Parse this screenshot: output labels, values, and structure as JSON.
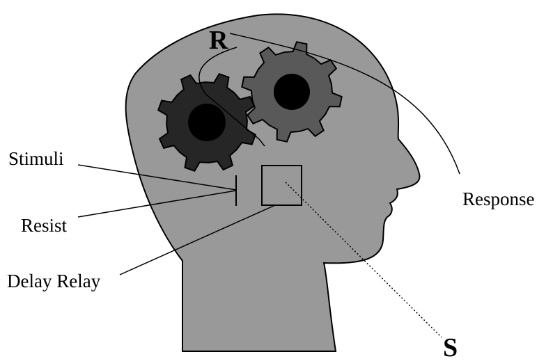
{
  "labels": {
    "r": "R",
    "s": "S",
    "stimuli": "Stimuli",
    "resist": "Resist",
    "delay_relay": "Delay Relay",
    "response": "Response"
  },
  "colors": {
    "head_fill": "#999999",
    "gear_left_fill": "#262626",
    "gear_right_fill": "#595959",
    "gear_hub": "#000000",
    "line": "#000000",
    "background": "#ffffff"
  }
}
